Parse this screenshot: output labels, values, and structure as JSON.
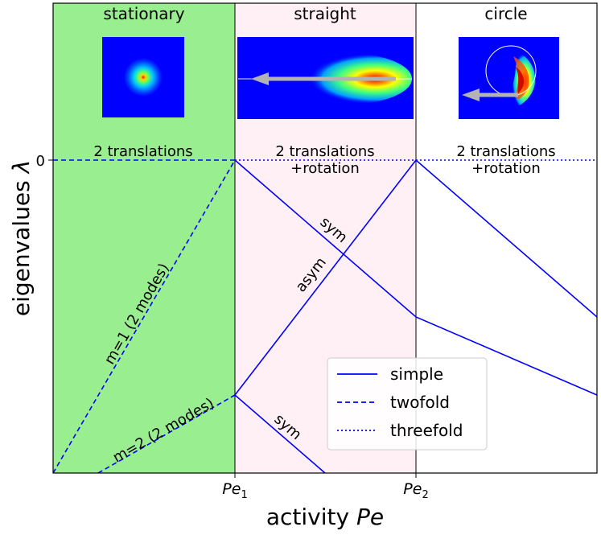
{
  "regions": [
    {
      "key": "stationary",
      "title": "stationary",
      "fill": "#99ee90",
      "modes": [
        "2 translations"
      ]
    },
    {
      "key": "straight",
      "title": "straight",
      "fill": "#fff0f5",
      "modes": [
        "2 translations",
        "+rotation"
      ]
    },
    {
      "key": "circle",
      "title": "circle",
      "fill": "#ffffff",
      "modes": [
        "2 translations",
        "+rotation"
      ]
    }
  ],
  "axes": {
    "xlabel": "activity",
    "xlabel_symbol": "Pe",
    "ylabel": "eigenvalues",
    "ylabel_symbol": "λ",
    "y_tick": "0",
    "x_ticks": [
      {
        "base": "Pe",
        "sub": "1"
      },
      {
        "base": "Pe",
        "sub": "2"
      }
    ]
  },
  "branch_labels": {
    "sym_upper": "sym",
    "asym": "asym",
    "m1": "m=1 (2 modes)",
    "m2": "m=2 (2 modes)",
    "sym_lower": "sym"
  },
  "legend": {
    "position": "lower-right",
    "entries": [
      {
        "label": "simple",
        "style": "solid"
      },
      {
        "label": "twofold",
        "style": "dashed"
      },
      {
        "label": "threefold",
        "style": "dotted"
      }
    ]
  },
  "colors": {
    "line": "#0000ff",
    "frame": "#000000",
    "arrow": "#b3b3b3",
    "heatmap_background": "#0000ff"
  }
}
